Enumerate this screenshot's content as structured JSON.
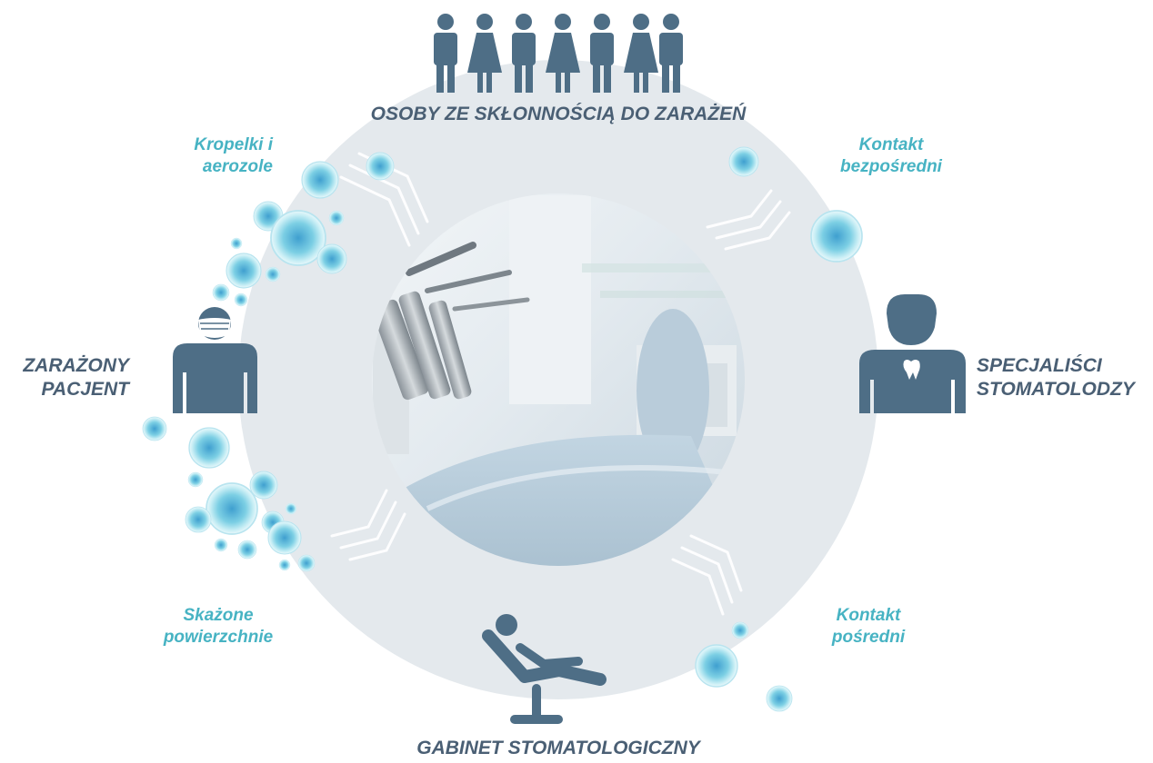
{
  "labels": {
    "top": "OSOBY ZE SKŁONNOŚCIĄ DO ZARAŻEŃ",
    "bottom": "GABINET STOMATOLOGICZNY",
    "left_line1": "ZARAŻONY",
    "left_line2": "PACJENT",
    "right_line1": "SPECJALIŚCI",
    "right_line2": "STOMATOLODZY",
    "droplets_line1": "Kropelki i",
    "droplets_line2": "aerozole",
    "direct_line1": "Kontakt",
    "direct_line2": "bezpośredni",
    "surfaces_line1": "Skażone",
    "surfaces_line2": "powierzchnie",
    "indirect_line1": "Kontakt",
    "indirect_line2": "pośredni"
  },
  "colors": {
    "ring": "#e4e9ed",
    "icon": "#4e6e86",
    "label_dark": "#4a5f74",
    "label_teal": "#47b3c3",
    "virus": "#6fc3da"
  },
  "icons": {
    "top": "group-of-people-icon",
    "left": "masked-patient-icon",
    "right": "dentist-icon",
    "bottom": "dental-chair-icon",
    "center": "dental-office-photo"
  }
}
